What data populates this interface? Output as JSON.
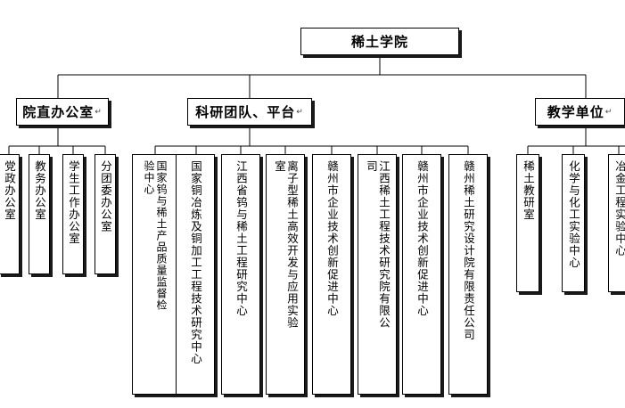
{
  "root": {
    "label": "稀土学院"
  },
  "paragraph_mark": "↵",
  "branches": [
    {
      "label": "院直办公室",
      "children": [
        "党政办公室",
        "教务办公室",
        "学生工作办公室",
        "分团委办公室"
      ]
    },
    {
      "label": "科研团队、平台",
      "children": [
        "国家钨与稀土产品质量监督检验中心",
        "国家铜冶炼及铜加工工程技术研究中心",
        "江西省钨与稀土工程研究中心",
        "离子型稀土高效开发与应用实验室",
        "赣州市企业技术创新促进中心",
        "江西稀土工程技术研究院有限公司",
        "赣州市企业技术创新促进中心",
        "赣州稀土研究设计院有限责任公司"
      ]
    },
    {
      "label": "教学单位",
      "children": [
        "稀土教研室",
        "化学与化工实验中心",
        "冶金工程实验中心"
      ]
    }
  ]
}
